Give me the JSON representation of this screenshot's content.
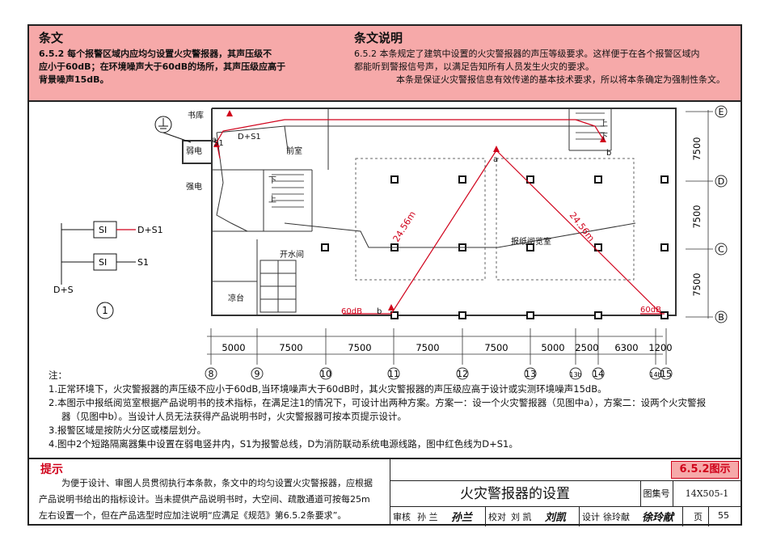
{
  "clause": {
    "heading": "条文",
    "text_line1": "6.5.2 每个报警区域内应均匀设置火灾警报器，其声压级不",
    "text_line2": "应小于60dB；在环境噪声大于60dB的场所，其声压级应高于",
    "text_line3": "背景噪声15dB。"
  },
  "explanation": {
    "heading": "条文说明",
    "line1": "6.5.2  本条规定了建筑中设置的火灾警报器的声压等级要求。这样便于在各个报警区域内",
    "line2": "都能听到警报信号声，以满足告知所有人员发生火灾的要求。",
    "line3": "本条是保证火灾警报信息有效传递的基本技术要求，所以将本条确定为强制性条文。"
  },
  "drawing": {
    "room_labels": {
      "library": "书库",
      "weak_room": "弱电",
      "strong_room": "强电",
      "front_room": "前室",
      "water_room": "开水间",
      "reading_room": "报纸阅览室",
      "up": "上",
      "down": "下",
      "cool_room": "凉台"
    },
    "line_labels": {
      "d_s1": "D+S1",
      "s1": "S1",
      "d_s": "D+S"
    },
    "si_label": "SI",
    "legend_number": "1",
    "radius_labels": [
      "24.56m",
      "24.56m"
    ],
    "db_labels": [
      "60dB",
      "60dB"
    ],
    "point_labels": [
      "a",
      "b",
      "a",
      "b"
    ],
    "grid_rows": [
      "E",
      "D",
      "C",
      "B"
    ],
    "row_dims": [
      "7500",
      "7500",
      "7500"
    ],
    "grid_cols": [
      "8",
      "9",
      "10",
      "11",
      "12",
      "13",
      "13b",
      "14",
      "14b",
      "15"
    ],
    "col_dims": [
      "5000",
      "7500",
      "7500",
      "7500",
      "7500",
      "5000",
      "2500",
      "6300",
      "1200"
    ]
  },
  "notes": {
    "title": "注：",
    "n1": "1.正常环境下，火灾警报器的声压级不应小于60dB,当环境噪声大于60dB时，其火灾警报器的声压级应高于设计或实测环境噪声15dB。",
    "n2a": "2.本图示中报纸阅览室根据产品说明书的技术指标，在满足注1的情况下，可设计出两种方案。方案一：设一个火灾警报器（见图中a），方案二：设两个火灾警报",
    "n2b": "器（见图中b）。当设计人员无法获得产品说明书时，火灾警报器可按本页提示设计。",
    "n3": "3.报警区域是按防火分区或楼层划分。",
    "n4": "4.图中2个短路隔离器集中设置在弱电竖井内，S1为报警总线，D为消防联动系统电源线路，图中红色线为D+S1。"
  },
  "tip": {
    "title": "提示",
    "l1": "为便于设计、审图人员贯彻执行本条款，条文中的均匀设置火灾警报器，应根据",
    "l2": "产品说明书给出的指标设计。当未提供产品说明书时，大空间、疏散通道可按每25m",
    "l3": "左右设置一个，但在产品选型时应加注说明“应满足《规范》第6.5.2条要求”。"
  },
  "titleblock": {
    "figure_tag": "6.5.2图示",
    "title": "火灾警报器的设置",
    "atlas_label": "图集号",
    "atlas_no": "14X505-1",
    "review_label": "审核",
    "reviewer": "孙 兰",
    "reviewer_sig": "孙兰",
    "check_label": "校对",
    "checker": "刘 凯",
    "checker_sig": "刘凯",
    "design_label": "设计",
    "designer": "徐玲献",
    "designer_sig": "徐玲献",
    "page_label": "页",
    "page_no": "55"
  },
  "colors": {
    "accent": "#d0021b",
    "pink": "#f6a9a9"
  }
}
